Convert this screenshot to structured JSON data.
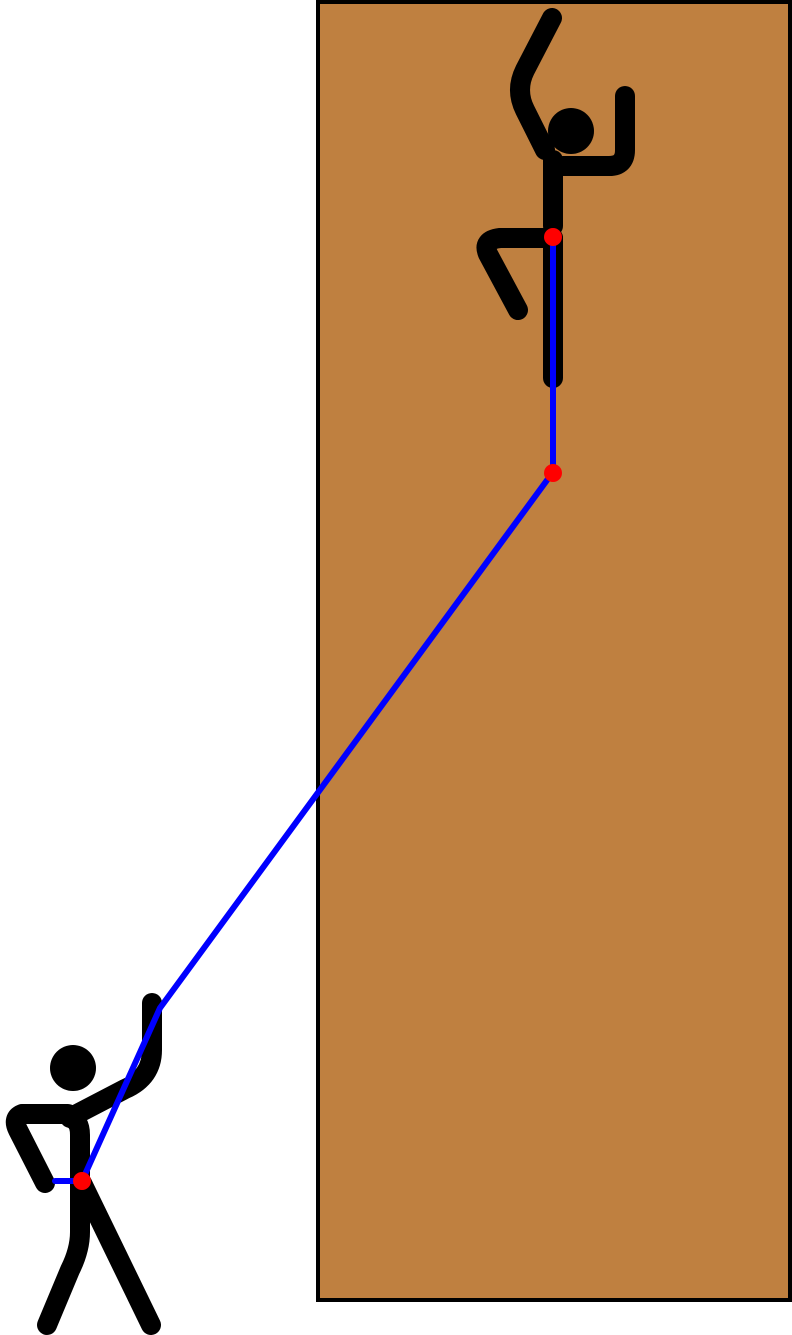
{
  "colors": {
    "background": "#ffffff",
    "wall_fill": "#bf8040",
    "wall_stroke": "#000000",
    "figure": "#000000",
    "rope": "#0000ff",
    "anchor": "#ff0000"
  },
  "elements": {
    "wall": "climbing-wall",
    "climber": "climber-figure",
    "belayer": "belayer-figure",
    "rope": "climbing-rope",
    "anchors": [
      "climber-harness-anchor",
      "wall-protection-anchor",
      "belayer-device-anchor"
    ]
  }
}
